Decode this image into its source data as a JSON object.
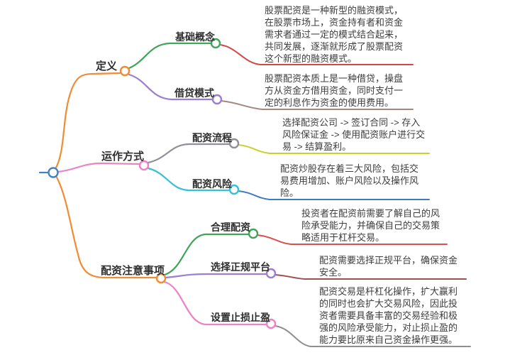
{
  "root": {
    "color": "#4580c2"
  },
  "branches": [
    {
      "label": "定义",
      "color": "#f08c33",
      "children": [
        {
          "label": "基础概念",
          "color": "#41a35c",
          "note": "股票配资是一种新型的融资模式，\n在股票市场上，资金持有者和资金\n需求者通过一定的模式结合起来，\n共同发展，逐渐就形成了股票配资\n这个新型的融资模式。",
          "note_color": "#d24848"
        },
        {
          "label": "借贷模式",
          "color": "#9a7fd1",
          "note": "股票配资本质上是一种借贷，操盘\n方从资金方借用资金，同时支付一\n定的利息作为资金的使用费用。",
          "note_color": "#a5887a"
        }
      ]
    },
    {
      "label": "运作方式",
      "color": "#ec82c6",
      "children": [
        {
          "label": "配资流程",
          "color": "#90909a",
          "note": "选择配资公司 -> 签订合同 -> 存入\n风险保证金 -> 使用配资账户进行交\n易 -> 结算盈利。",
          "note_color": "#ccd02f"
        },
        {
          "label": "配资风险",
          "color": "#38c0d4",
          "note": "配资炒股存在着三大风险，包括交\n易费用增加、账户风险以及操作风\n险。",
          "note_color": "#3e7cc0"
        }
      ]
    },
    {
      "label": "配资注意事项",
      "color": "#f08c33",
      "children": [
        {
          "label": "合理配资",
          "color": "#41a35c",
          "note": "投资者在配资前需要了解自己的风\n险承受能力，并确保自己的交易策\n略适用于杠杆交易。",
          "note_color": "#d95050"
        },
        {
          "label": "选择正规平台",
          "color": "#9a7fd1",
          "note": "配资需要选择正规平台，确保资金\n安全。",
          "note_color": "#9e5050"
        },
        {
          "label": "设置止损止盈",
          "color": "#ec82c6",
          "note": "配资交易是杆杠化操作，扩大赢利\n的同时也会扩大交易风险，因此投\n资者需要具备丰富的交易经验和极\n强的风险承受能力，对止损止盈的\n能力要比原来自己资金操作更强。",
          "note_color": "#8f8f8f"
        }
      ]
    }
  ]
}
